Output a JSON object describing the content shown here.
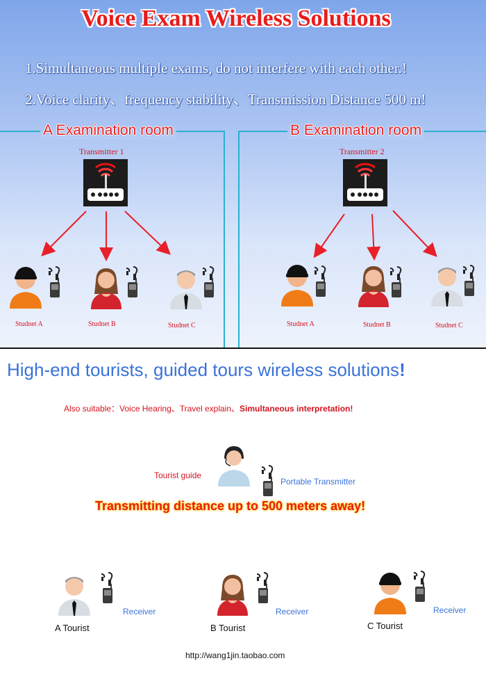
{
  "header": {
    "title": "Voice Exam Wireless Solutions",
    "feature1": "1.Simultaneous multiple exams, do not interfere with each other.!",
    "feature2": "2.Voice clarity、frequency stability、Transmission Distance 500 m!"
  },
  "rooms": [
    {
      "label": "A  Examination room",
      "transmitter": "Transmitter 1",
      "students": [
        "Studnet A",
        "Studnet B",
        "Studnet C"
      ]
    },
    {
      "label": "B  Examination room",
      "transmitter": "Transmitter 2",
      "students": [
        "Studnet A",
        "Studnet B",
        "Studnet C"
      ]
    }
  ],
  "tour": {
    "heading": "High-end tourists, guided tours wireless solutions",
    "heading_mark": "!",
    "also_prefix": "Also suitable：Voice Hearing、Travel explain、",
    "also_bold": "Simultaneous interpretation",
    "also_mark": "!",
    "guide_label": "Tourist guide",
    "transmitter_label": "Portable Transmitter",
    "distance": "Transmitting distance up to 500 meters away!",
    "receiver_label": "Receiver",
    "receiver_label_2": "Receiver",
    "receiver_label_3": "Receiver",
    "tourists": [
      "A Tourist",
      "B Tourist",
      "C Tourist"
    ],
    "url": "http://wang1jin.taobao.com"
  },
  "colors": {
    "title_red": "#e81c1c",
    "divider_cyan": "#2ab1cf",
    "arrow_red": "#e8202a",
    "arrow_blue": "#3a73d9",
    "heading_blue": "#3a73d9"
  },
  "icons": {
    "transmitter": "router-broadcast-icon",
    "receiver": "portable-receiver-icon",
    "earphone": "earphone-icon"
  }
}
